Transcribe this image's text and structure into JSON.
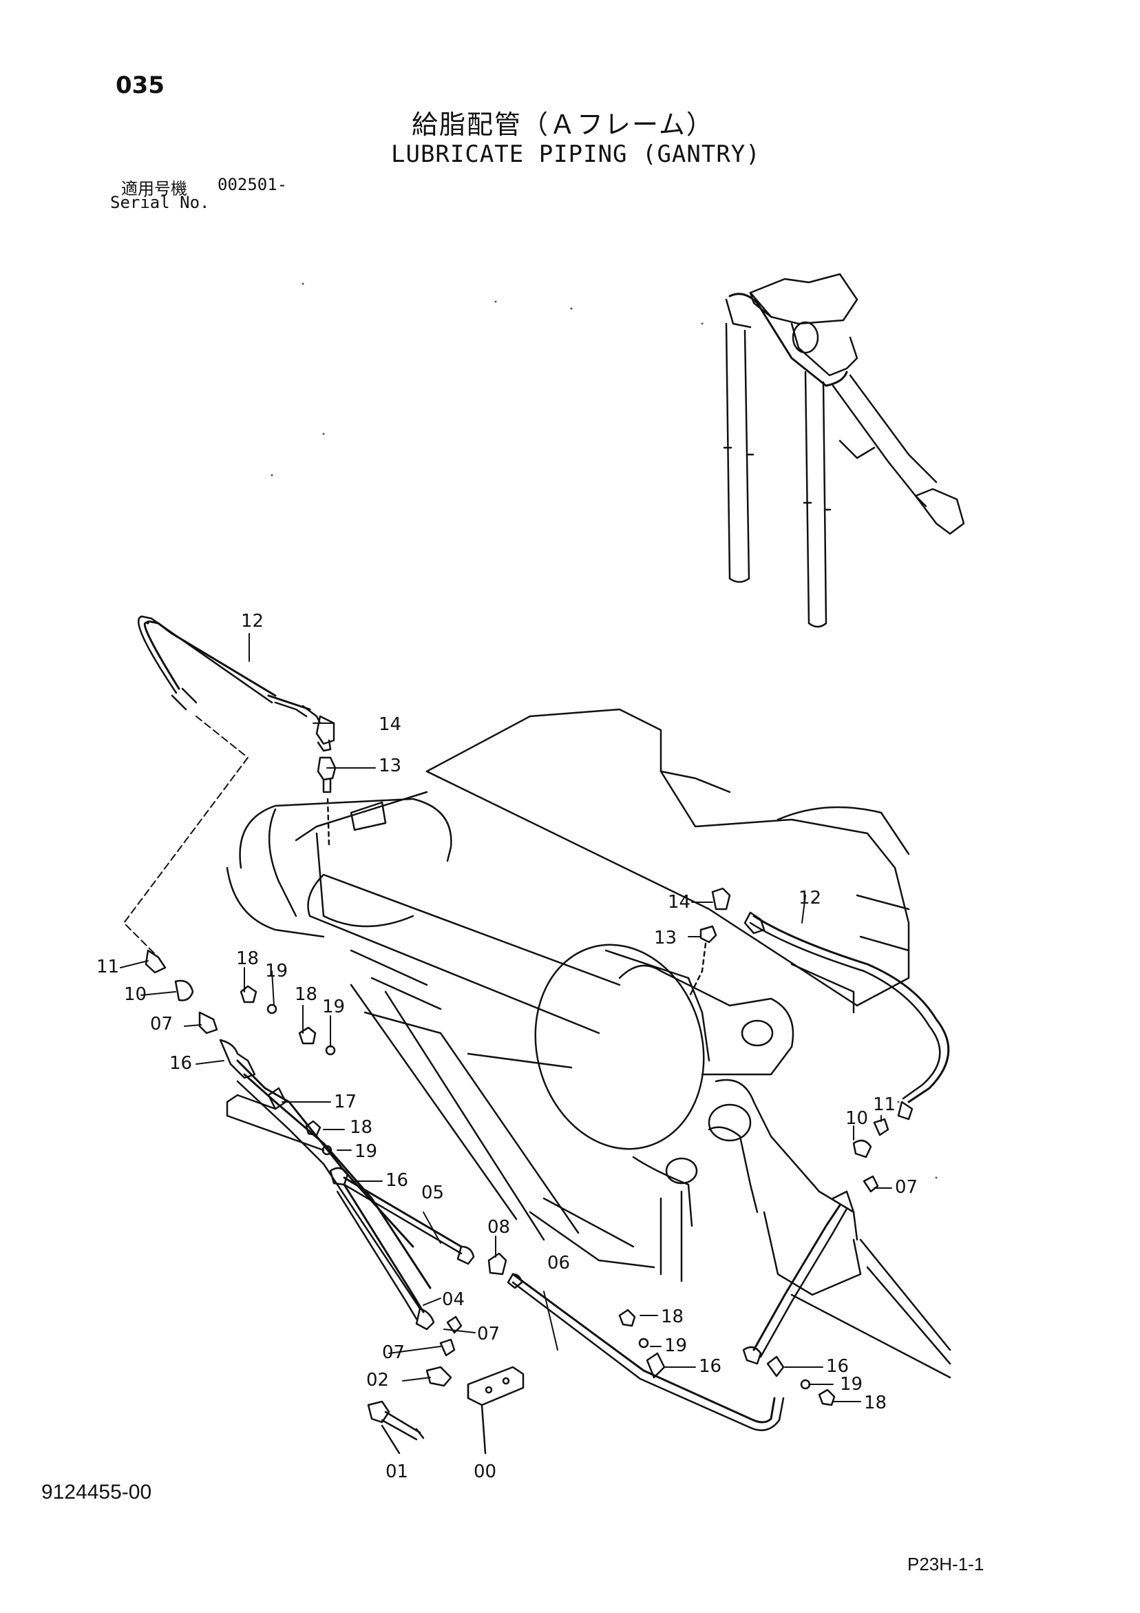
{
  "header": {
    "page_number": "035",
    "title_jp": "給脂配管（Ａフレーム）",
    "title_en": "LUBRICATE PIPING (GANTRY)",
    "serial_label_jp": "適用号機",
    "serial_value": "002501-",
    "serial_label_en": "Serial No."
  },
  "footer": {
    "doc_number": "9124455-00",
    "page_code": "P23H-1-1"
  },
  "callouts": {
    "c12a": "12",
    "c14a": "14",
    "c13a": "13",
    "c11a": "11",
    "c10a": "10",
    "c07a": "07",
    "c16a": "16",
    "c18a": "18",
    "c19a": "19",
    "c18b": "18",
    "c19b": "19",
    "c17": "17",
    "c18c": "18",
    "c19c": "19",
    "c16b": "16",
    "c05": "05",
    "c08": "08",
    "c06": "06",
    "c04": "04",
    "c07b": "07",
    "c07c": "07",
    "c02": "02",
    "c01": "01",
    "c00": "00",
    "c18d": "18",
    "c19d": "19",
    "c16c": "16",
    "c14b": "14",
    "c13b": "13",
    "c12b": "12",
    "c10b": "10",
    "c11b": "11",
    "c07d": "07",
    "c16d": "16",
    "c19e": "19",
    "c18e": "18"
  },
  "colors": {
    "ink": "#111111",
    "paper": "#ffffff"
  }
}
